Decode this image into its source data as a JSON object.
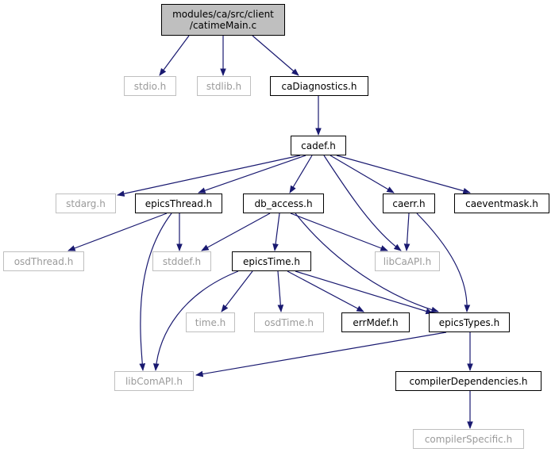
{
  "graph": {
    "root": {
      "line1": "modules/ca/src/client",
      "line2": "/catimeMain.c"
    },
    "nodes": {
      "stdio": "stdio.h",
      "stdlib": "stdlib.h",
      "caDiagnostics": "caDiagnostics.h",
      "cadef": "cadef.h",
      "stdarg": "stdarg.h",
      "epicsThread": "epicsThread.h",
      "db_access": "db_access.h",
      "caerr": "caerr.h",
      "caeventmask": "caeventmask.h",
      "osdThread": "osdThread.h",
      "stddef": "stddef.h",
      "epicsTime": "epicsTime.h",
      "libCaAPI": "libCaAPI.h",
      "time": "time.h",
      "osdTime": "osdTime.h",
      "errMdef": "errMdef.h",
      "epicsTypes": "epicsTypes.h",
      "libComAPI": "libComAPI.h",
      "compilerDependencies": "compilerDependencies.h",
      "compilerSpecific": "compilerSpecific.h"
    },
    "colors": {
      "edge": "#191970",
      "root_fill": "#bfbfbf",
      "external_border": "#bfbfbf",
      "documented_border": "#000000"
    }
  }
}
